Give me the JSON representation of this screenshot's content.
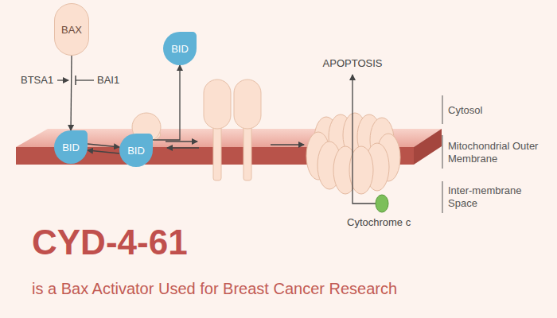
{
  "diagram": {
    "title": "CYD-4-61",
    "caption": "is a Bax Activator Used for Breast Cancer Research",
    "nodes": [
      {
        "text": [
          "BAX"
        ]
      },
      {
        "text": [
          "BID"
        ]
      },
      {
        "text": [
          "BID"
        ]
      },
      {
        "text": [
          "BID"
        ]
      }
    ],
    "edges": [
      {
        "from": 0,
        "to": 1,
        "arrow": "to"
      },
      {
        "from": 1,
        "to": 2,
        "arrow": "to"
      },
      {
        "from": 2,
        "to": 1,
        "arrow": "to"
      },
      {
        "from": 2,
        "to": 3,
        "arrow": "to"
      }
    ],
    "labels": [
      "BTSA1",
      "BAI1",
      "APOPTOSIS",
      "Cytosol",
      "Mitochondrial Outer Membrane",
      "Inter-membrane Space",
      "Cytochrome c"
    ]
  }
}
